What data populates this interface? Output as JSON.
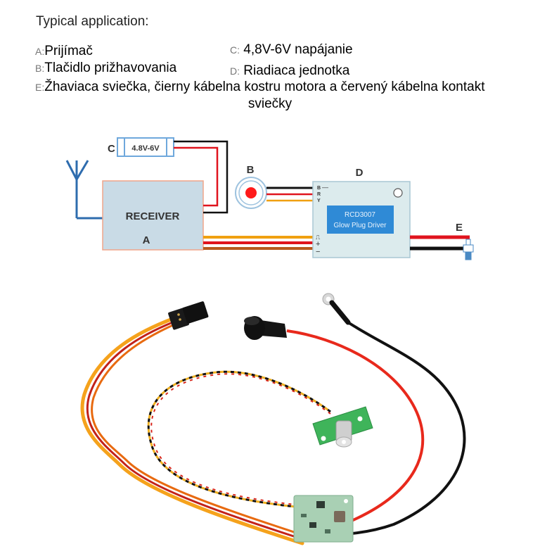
{
  "header": {
    "title": "Typical application:"
  },
  "legend": {
    "a": {
      "key": "A:",
      "text": "Prijímač"
    },
    "b": {
      "key": "B:",
      "text": "Tlačidlo prižhavovania"
    },
    "c": {
      "key": "C:",
      "text": "4,8V-6V napájanie"
    },
    "d": {
      "key": "D:",
      "text": "Riadiaca jednotka"
    },
    "e": {
      "key": "E:",
      "text": "Žhaviaca sviečka, čierny kábelna kostru motora a červený kábelna kontakt",
      "text_cont": "sviečky"
    }
  },
  "diagram": {
    "battery": {
      "label": "C",
      "value": "4.8V-6V"
    },
    "receiver": {
      "name": "RECEIVER",
      "label": "A"
    },
    "button": {
      "label": "B"
    },
    "driver": {
      "label": "D",
      "model": "RCD3007",
      "subtitle": "Glow Plug Driver",
      "pins_top": [
        "B",
        "R",
        "Y"
      ],
      "pins_top_symbol": "—",
      "pins_bottom": [
        "⎍",
        "+",
        "−"
      ]
    },
    "glow_plug": {
      "label": "E"
    },
    "colors": {
      "wire_black": "#111111",
      "wire_red": "#e0141e",
      "wire_orange": "#f0a010",
      "wire_brown": "#b85a1e",
      "receiver_fill": "#c9dbe6",
      "receiver_border": "#f0a58a",
      "driver_fill": "#dcebed",
      "driver_panel": "#2f8ad6",
      "antenna": "#2e6cae",
      "battery_border": "#6fa8dc",
      "button_red": "#ff1a1a"
    }
  },
  "photo": {
    "description": "RCD3007 glow plug driver product photo with servo connector, glow plug cap, ground ring terminal, remote glow switch board and driver PCB"
  }
}
